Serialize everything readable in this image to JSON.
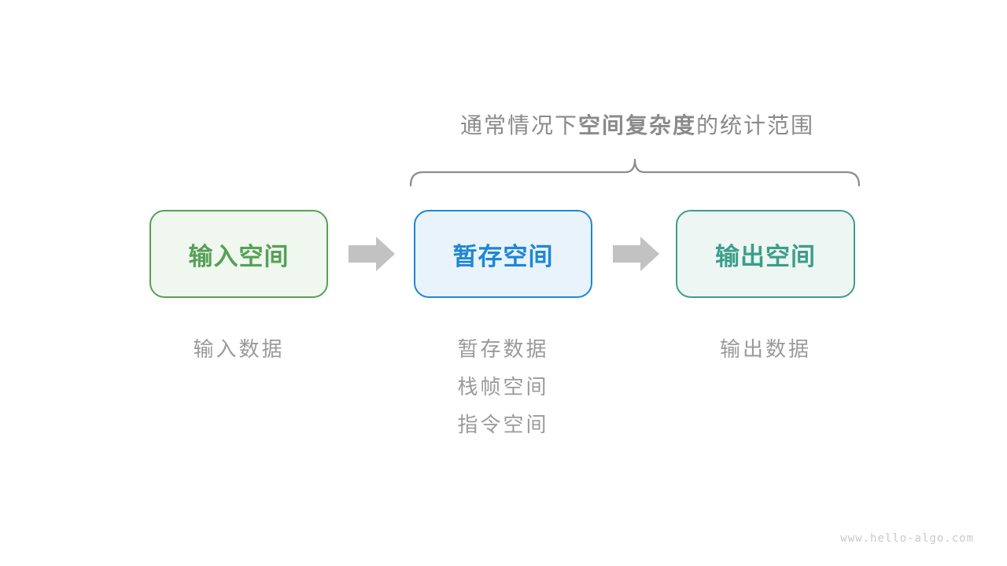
{
  "page": {
    "background_color": "#ffffff"
  },
  "annotation": {
    "prefix": "通常情况下",
    "bold": "空间复杂度",
    "suffix": "的统计范围",
    "text_color": "#8a8a8a",
    "brace_color": "#8e8e8e"
  },
  "boxes": [
    {
      "id": "input-space",
      "label": "输入空间",
      "border_color": "#57a057",
      "fill_color": "#eff7ef",
      "text_color": "#57a057"
    },
    {
      "id": "temp-space",
      "label": "暂存空间",
      "border_color": "#1e87d4",
      "fill_color": "#e9f3fb",
      "text_color": "#1e87d4"
    },
    {
      "id": "output-space",
      "label": "输出空间",
      "border_color": "#3b9e8a",
      "fill_color": "#edf6f3",
      "text_color": "#3b9e8a"
    }
  ],
  "arrows": {
    "color": "#c2c2c2"
  },
  "notes": [
    {
      "for": "input-space",
      "lines": [
        "输入数据"
      ],
      "text_color": "#9a9a9a"
    },
    {
      "for": "temp-space",
      "lines": [
        "暂存数据",
        "栈帧空间",
        "指令空间"
      ],
      "text_color": "#9a9a9a"
    },
    {
      "for": "output-space",
      "lines": [
        "输出数据"
      ],
      "text_color": "#9a9a9a"
    }
  ],
  "watermark": {
    "text": "www.hello-algo.com",
    "text_color": "#c9c9c9"
  }
}
